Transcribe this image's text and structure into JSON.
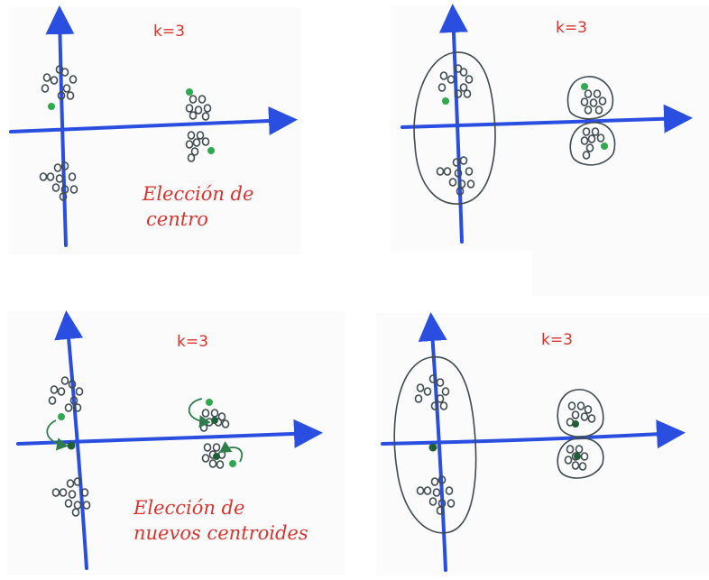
{
  "panels": {
    "p1": {
      "k_label": "k=3",
      "note_line1": "Elección de",
      "note_line2": "centro"
    },
    "p2": {
      "k_label": "k=3"
    },
    "p3": {
      "k_label": "k=3",
      "note_line1": "Elección de",
      "note_line2": "nuevos centroides"
    },
    "p4": {
      "k_label": "k=3"
    }
  },
  "colors": {
    "axis": "#2a4ee0",
    "text": "#d8342f",
    "point": "#3f4a4f",
    "centroid": "#2fa84f",
    "boundary": "#3f4a4f"
  }
}
